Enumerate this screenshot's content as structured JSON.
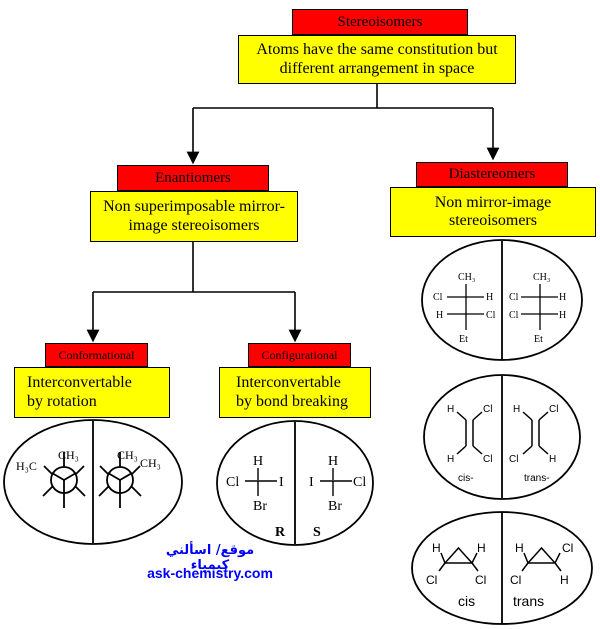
{
  "root": {
    "label": "Stereoisomers",
    "definition_line1": "Atoms have the same constitution but",
    "definition_line2": "different arrangement in space"
  },
  "enantiomers": {
    "label": "Enantiomers",
    "definition_line1": "Non superimposable mirror-",
    "definition_line2": "image stereoisomers"
  },
  "diastereomers": {
    "label": "Diastereomers",
    "definition_line1": "Non mirror-image",
    "definition_line2": "stereoisomers"
  },
  "conformational": {
    "label": "Conformational",
    "definition_line1": "Interconvertable",
    "definition_line2": "by rotation"
  },
  "configurational": {
    "label": "Configurational",
    "definition_line1": "Interconvertable",
    "definition_line2": "by bond breaking"
  },
  "newman": {
    "h3c": "H₃C",
    "ch3": "CH₃"
  },
  "rs": {
    "h": "H",
    "cl": "Cl",
    "i": "I",
    "br": "Br",
    "r_label": "R",
    "s_label": "S"
  },
  "fischer": {
    "ch3": "CH₃",
    "cl": "Cl",
    "h": "H",
    "et": "Et"
  },
  "alkene": {
    "h": "H",
    "cl": "Cl",
    "cis": "cis-",
    "trans": "trans-"
  },
  "cyclopropane": {
    "h": "H",
    "cl": "Cl",
    "cis": "cis",
    "trans": "trans"
  },
  "watermark": {
    "arabic": "موقع/ اسألني كيمياء",
    "url": "ask-chemistry.com"
  },
  "colors": {
    "header": "#ff0000",
    "definition": "#ffff00",
    "watermark": "#0000ff"
  }
}
